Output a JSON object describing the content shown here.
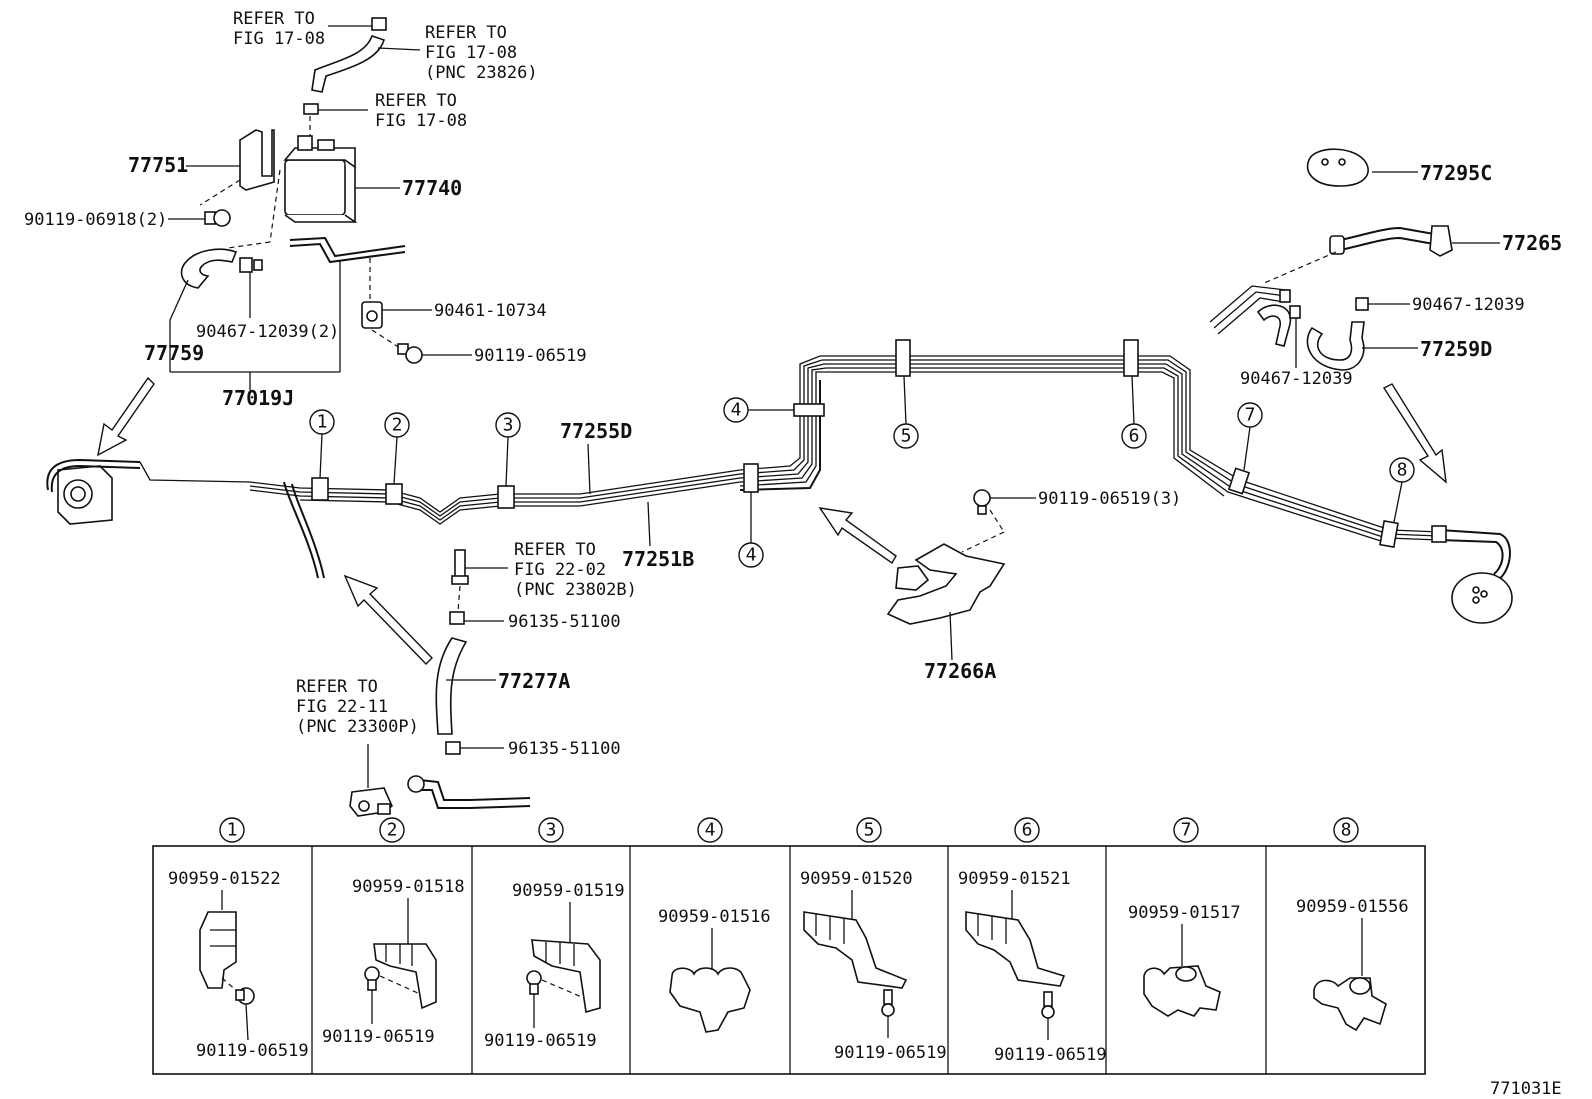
{
  "parts": {
    "p77751": "77751",
    "p77740": "77740",
    "p9011906918": "90119-06918(2)",
    "p9046712039x2": "90467-12039(2)",
    "p77759": "77759",
    "p77019J": "77019J",
    "p9046110734": "90461-10734",
    "p9011906519a": "90119-06519",
    "p77255D": "77255D",
    "p77251B": "77251B",
    "p77277A": "77277A",
    "p9613551100a": "96135-51100",
    "p9613551100b": "96135-51100",
    "p9011906519x3": "90119-06519(3)",
    "p77266A": "77266A",
    "p77295C": "77295C",
    "p77265": "77265",
    "p9046712039a": "90467-12039",
    "p77259D": "77259D",
    "p9046712039b": "90467-12039"
  },
  "refs": {
    "r1": [
      "REFER TO",
      "FIG 17-08"
    ],
    "r2": [
      "REFER TO",
      "FIG 17-08",
      "(PNC 23826)"
    ],
    "r3": [
      "REFER TO",
      "FIG 17-08"
    ],
    "r4": [
      "REFER TO",
      "FIG 22-02",
      "(PNC 23802B)"
    ],
    "r5": [
      "REFER TO",
      "FIG 22-11",
      "(PNC 23300P)"
    ]
  },
  "clamps_on_line": [
    "1",
    "2",
    "3",
    "4",
    "4",
    "5",
    "6",
    "7",
    "8"
  ],
  "table": {
    "cells": [
      {
        "num": "1",
        "parts": [
          "90959-01522",
          "90119-06519"
        ]
      },
      {
        "num": "2",
        "parts": [
          "90959-01518",
          "90119-06519"
        ]
      },
      {
        "num": "3",
        "parts": [
          "90959-01519",
          "90119-06519"
        ]
      },
      {
        "num": "4",
        "parts": [
          "90959-01516"
        ]
      },
      {
        "num": "5",
        "parts": [
          "90959-01520",
          "90119-06519"
        ]
      },
      {
        "num": "6",
        "parts": [
          "90959-01521",
          "90119-06519"
        ]
      },
      {
        "num": "7",
        "parts": [
          "90959-01517"
        ]
      },
      {
        "num": "8",
        "parts": [
          "90959-01556"
        ]
      }
    ]
  },
  "figure_id": "771031E"
}
